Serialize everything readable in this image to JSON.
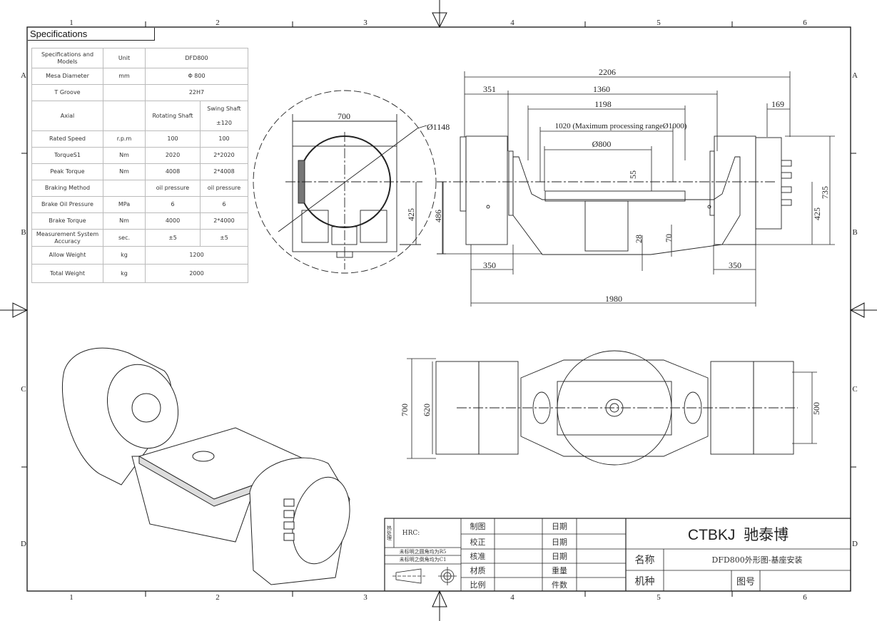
{
  "border": {
    "columns": [
      "1",
      "2",
      "3",
      "4",
      "5",
      "6"
    ],
    "rows": [
      "A",
      "B",
      "C",
      "D"
    ]
  },
  "specifications": {
    "title": "Specifications",
    "header": [
      "Specifications and Models",
      "Unit",
      "DFD800"
    ],
    "rows": [
      {
        "name": "Mesa Diameter",
        "unit": "mm",
        "value": "Φ 800"
      },
      {
        "name": "T Groove",
        "unit": "",
        "value": "22H7"
      },
      {
        "name": "Axial",
        "unit": "",
        "rotating": "Rotating Shaft",
        "swing": "Swing Shaft",
        "swing_range": "±120"
      },
      {
        "name": "Rated Speed",
        "unit": "r.p.m",
        "rotating": "100",
        "swing": "100"
      },
      {
        "name": "TorqueS1",
        "unit": "Nm",
        "rotating": "2020",
        "swing": "2*2020"
      },
      {
        "name": "Peak Torque",
        "unit": "Nm",
        "rotating": "4008",
        "swing": "2*4008"
      },
      {
        "name": "Braking Method",
        "unit": "",
        "rotating": "oil pressure",
        "swing": "oil pressure"
      },
      {
        "name": "Brake Oil Pressure",
        "unit": "MPa",
        "rotating": "6",
        "swing": "6"
      },
      {
        "name": "Brake Torque",
        "unit": "Nm",
        "rotating": "4000",
        "swing": "2*4000"
      },
      {
        "name": "Measurement System Accuracy",
        "unit": "sec.",
        "rotating": "±5",
        "swing": "±5"
      },
      {
        "name": "Allow Weight",
        "unit": "kg",
        "value": "1200"
      },
      {
        "name": "Total Weight",
        "unit": "kg",
        "value": "2000"
      }
    ]
  },
  "dimensions": {
    "side": {
      "width": "700",
      "diameter": "Ø1148",
      "axis_height": "425"
    },
    "front": {
      "overall": "2206",
      "left_motor": "351",
      "between_faces": "1360",
      "inner": "1198",
      "range": "1020 (Maximum processing rangeØ1000)",
      "table": "Ø800",
      "table_offset": "55",
      "right_motor": "169",
      "height": "735",
      "axis_height_right": "425",
      "axis_height_left": "486",
      "base_step": "28",
      "foot": "70",
      "left_base": "350",
      "right_base": "350",
      "base_length": "1980"
    },
    "top": {
      "width": "700",
      "inner_width": "620",
      "right_width": "500"
    }
  },
  "title_block": {
    "heat_treatment": "热处理",
    "hrc": "HRC:",
    "note_fillet": "未标明之圆角均为R5",
    "note_chamfer": "未标明之倒角均为C1",
    "labels": [
      "制图",
      "校正",
      "核准",
      "材质",
      "比例"
    ],
    "date_labels": [
      "日期",
      "日期",
      "日期",
      "重量",
      "件数"
    ],
    "brand": "CTBKJ  驰泰博",
    "name_label": "名称",
    "name_value": "DFD800外形图-基座安装",
    "model_label": "机种",
    "drawing_no_label": "图号"
  }
}
